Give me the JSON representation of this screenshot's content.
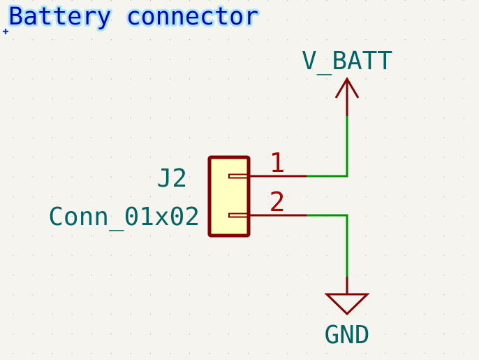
{
  "app": "KiCad Schematic Editor",
  "title_text": "Battery connector",
  "component": {
    "reference": "J2",
    "value": "Conn_01x02",
    "pins": [
      {
        "number": "1"
      },
      {
        "number": "2"
      }
    ]
  },
  "power_symbols": [
    {
      "name": "V_BATT",
      "type": "power-arrow"
    },
    {
      "name": "GND",
      "type": "ground"
    }
  ],
  "colors": {
    "background": "#f5f4ef",
    "grid": "#b4b4b4",
    "title_text": "#0000c2",
    "title_glow": "#a8e4f8",
    "component_outline": "#840000",
    "component_fill": "#ffffc2",
    "pin": "#840000",
    "pin_number": "#a90000",
    "wire": "#009600",
    "field_text": "#006464",
    "anchor": "#0000c2"
  }
}
